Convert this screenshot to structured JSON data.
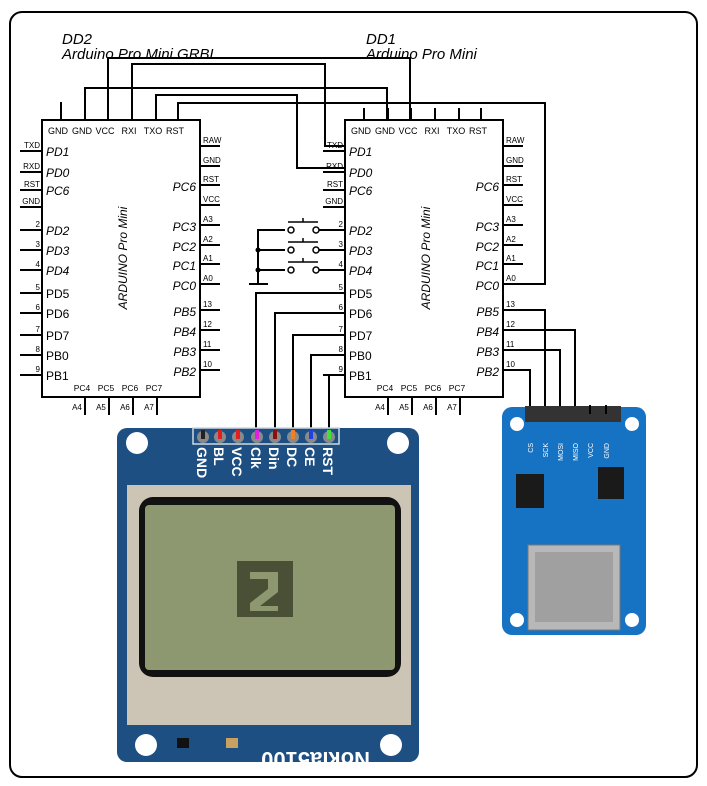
{
  "modules": {
    "dd2": {
      "designator": "DD2",
      "name": "Arduino Pro Mini GRBL"
    },
    "dd1": {
      "designator": "DD1",
      "name": "Arduino Pro Mini"
    }
  },
  "chip_pinout": {
    "body_label": "ARDUINO Pro Mini",
    "top": [
      "GND",
      "GND",
      "VCC",
      "RXI",
      "TXO",
      "RST"
    ],
    "left_pins": [
      "TXD",
      "RXD",
      "RST",
      "GND",
      "2",
      "3",
      "4",
      "5",
      "6",
      "7",
      "8",
      "9"
    ],
    "left_names": [
      "PD1",
      "PD0",
      "PC6",
      "",
      "PD2",
      "PD3",
      "PD4",
      "PD5",
      "PD6",
      "PD7",
      "PB0",
      "PB1"
    ],
    "right_pins": [
      "RAW",
      "GND",
      "RST",
      "VCC",
      "A3",
      "A2",
      "A1",
      "A0",
      "13",
      "12",
      "11",
      "10"
    ],
    "right_names": [
      "",
      "",
      "PC6",
      "",
      "PC3",
      "PC2",
      "PC1",
      "PC0",
      "PB5",
      "PB4",
      "PB3",
      "PB2"
    ],
    "bottom_names": [
      "PC4",
      "PC5",
      "PC6",
      "PC7"
    ],
    "bottom_pins": [
      "A4",
      "A5",
      "A6",
      "A7"
    ]
  },
  "lcd": {
    "name": "Nokia5100",
    "pins": [
      "GND",
      "BL",
      "VCC",
      "Clk",
      "Din",
      "DC",
      "CE",
      "RST"
    ],
    "pin_colors": [
      "#222222",
      "#e02020",
      "#e02020",
      "#e020e0",
      "#8b1010",
      "#f08020",
      "#2040e0",
      "#40e040"
    ],
    "board_color": "#1d4f82",
    "screen_color": "#8d9870"
  },
  "sd_module": {
    "pins": [
      "CS",
      "SCK",
      "MOSI",
      "MISO",
      "VCC",
      "GND"
    ],
    "board_color": "#1673c4"
  }
}
